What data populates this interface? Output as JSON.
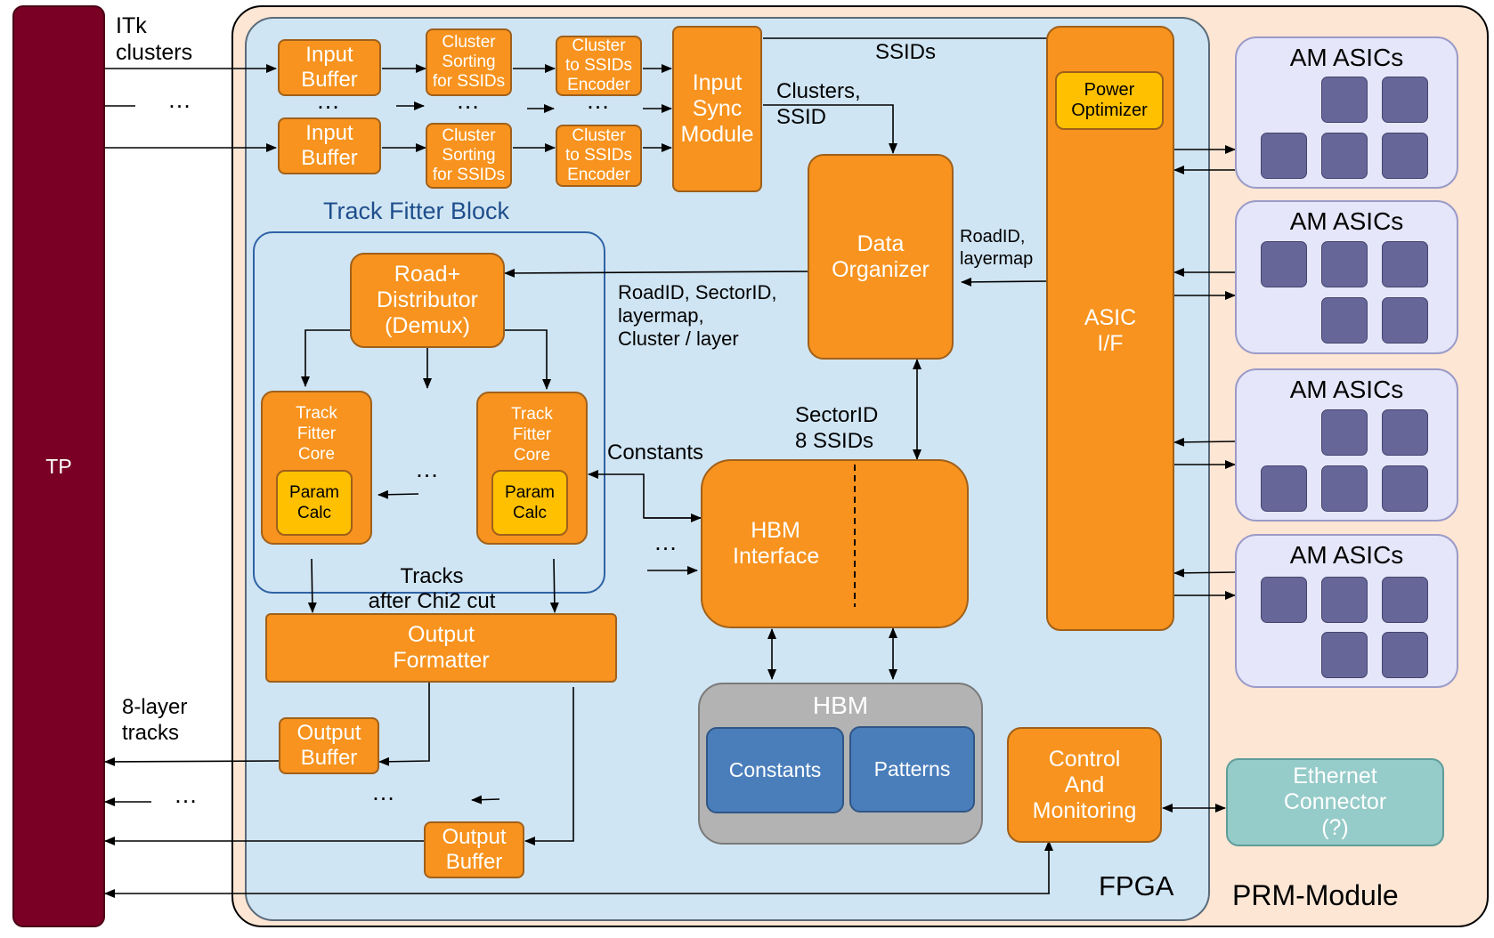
{
  "tp": {
    "label": "TP"
  },
  "prm": {
    "label": "PRM-Module"
  },
  "fpga": {
    "label": "FPGA"
  },
  "input": {
    "itk_label": "ITk\nclusters",
    "ellipsis": "…",
    "input_buffer": "Input\nBuffer",
    "cluster_sorting": "Cluster\nSorting\nfor SSIDs",
    "ssid_encoder": "Cluster\nto SSIDs\nEncoder",
    "dots": "…",
    "sync_module": "Input\nSync\nModule"
  },
  "flows": {
    "ssids": "SSIDs",
    "clusters_ssid": "Clusters,\nSSID",
    "roadid_layermap": "RoadID,\nlayermap",
    "roadid_sector": "RoadID, SectorID,\nlayermap,\nCluster / layer",
    "sectorid_ssids": "SectorID\n8 SSIDs",
    "constants": "Constants",
    "tracks_chi2": "Tracks\nafter Chi2 cut",
    "eight_layer": "8-layer\ntracks"
  },
  "power_optimizer": "Power\nOptimizer",
  "data_organizer": "Data\nOrganizer",
  "asic_if": "ASIC\nI/F",
  "track_fitter": {
    "title": "Track Fitter Block",
    "distributor": "Road+\nDistributor\n(Demux)",
    "core": "Track\nFitter\nCore",
    "param_calc": "Param\nCalc",
    "ellipsis": "…"
  },
  "hbm_interface": "HBM\nInterface",
  "hbm": {
    "title": "HBM",
    "constants": "Constants",
    "patterns": "Patterns"
  },
  "output_formatter": "Output\nFormatter",
  "output_buffer": "Output\nBuffer",
  "control_monitoring": "Control\nAnd\nMonitoring",
  "ethernet": "Ethernet\nConnector\n(?)",
  "am_asics": {
    "label": "AM ASICs"
  },
  "colors": {
    "tp": "#7a0026",
    "prm": "#fde6d4",
    "fpga": "#d0e5f3",
    "orange": "#f7931e",
    "yellow": "#ffc000",
    "am": "#e6e6fa",
    "chip": "#666699",
    "hbm": "#b3b3b3",
    "hbm_block": "#4a7ebb",
    "ethernet": "#95cbc8"
  }
}
